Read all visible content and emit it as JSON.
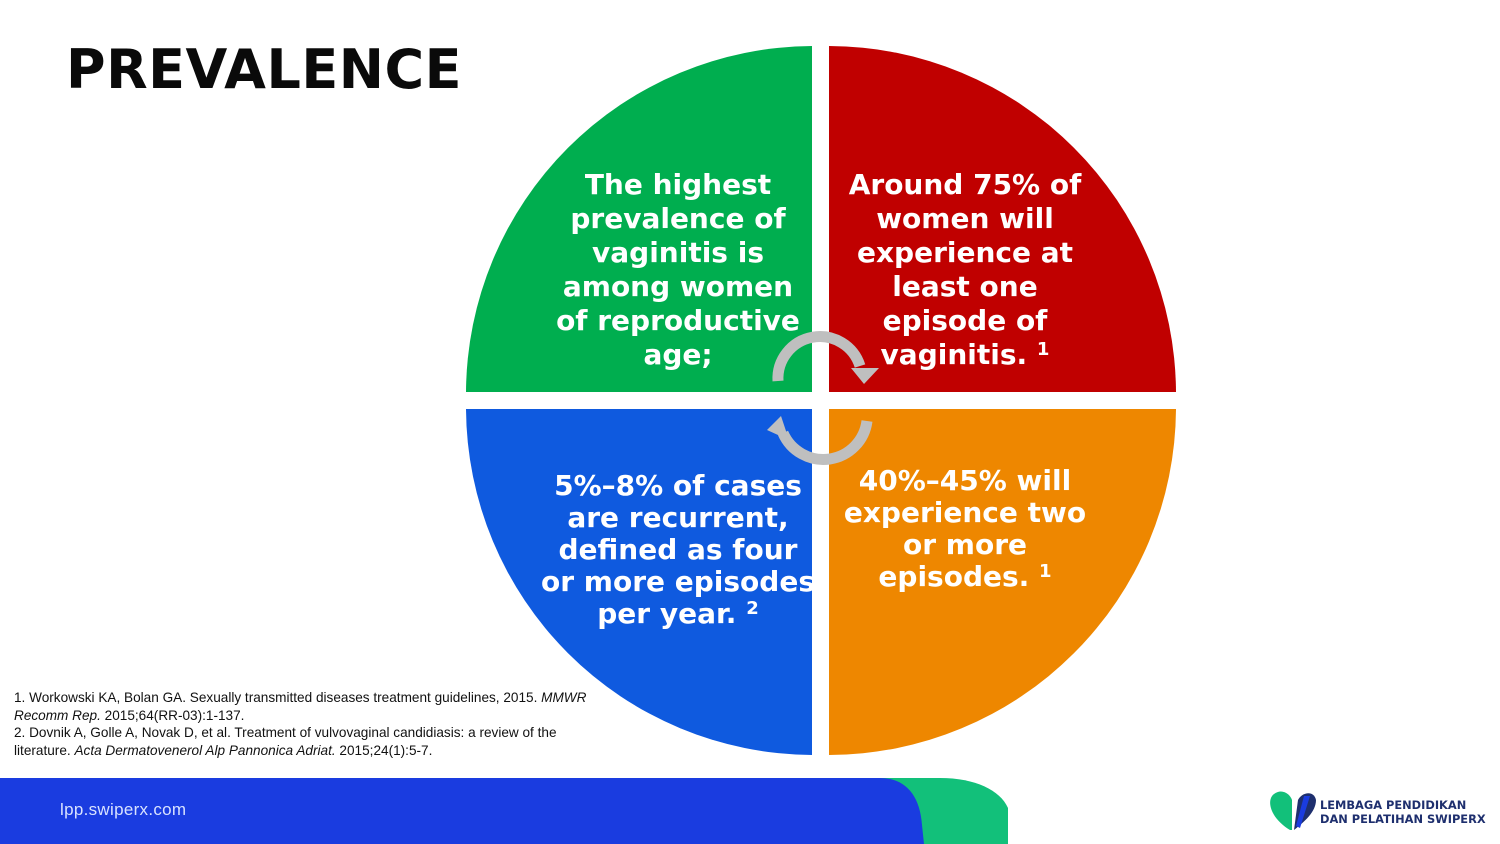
{
  "slide": {
    "title": "PREVALENCE"
  },
  "quadrants": {
    "top_left": {
      "text": "The highest prevalence of vaginitis is among women of reproductive age;",
      "color": "#00AE4F"
    },
    "top_right": {
      "text": "Around 75% of women will experience at least one episode of vaginitis.",
      "ref": "1",
      "color": "#C00000"
    },
    "bottom_right": {
      "text": "40%–45% will experience two or more episodes.",
      "ref": "1",
      "color": "#EE8700"
    },
    "bottom_left": {
      "text": "5%–8% of cases are recurrent, defined as four or more episodes per year.",
      "ref": "2",
      "color": "#0F5ADF"
    }
  },
  "cycle_arrows": {
    "icon": "circular-arrows-icon",
    "color": "#BFBFBF"
  },
  "references": [
    {
      "plain": "1. Workowski KA, Bolan GA. Sexually transmitted diseases treatment guidelines, 2015. ",
      "journal": "MMWR Recomm Rep.",
      "tail": " 2015;64(RR-03):1-137."
    },
    {
      "plain": "2. Dovnik A, Golle A, Novak D, et al. Treatment of vulvovaginal candidiasis: a review of the literature. ",
      "journal": "Acta Dermatovenerol Alp Pannonica Adriat.",
      "tail": " 2015;24(1):5-7."
    }
  ],
  "footer": {
    "url": "lpp.swiperx.com",
    "logo_line1": "LEMBAGA PENDIDIKAN",
    "logo_line2": "DAN PELATIHAN SWIPERX",
    "colors": {
      "band": "#1A3CE0",
      "accent": "#12C07A"
    }
  }
}
